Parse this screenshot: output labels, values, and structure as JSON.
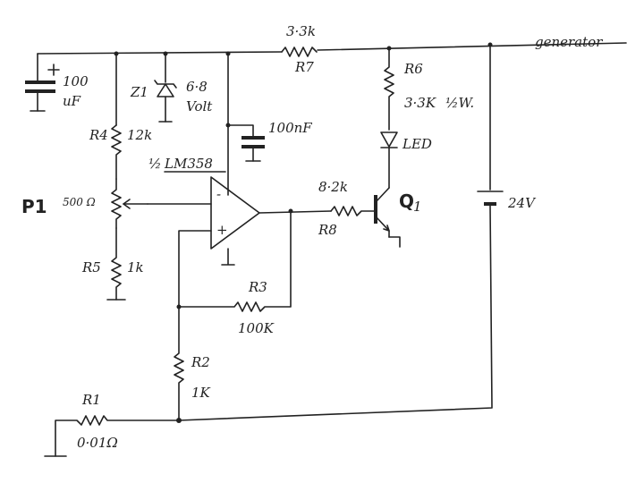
{
  "labels": {
    "r7_value": "3·3k",
    "r7_name": "R7",
    "generator": "generator",
    "c1_value_1": "100",
    "c1_value_2": "uF",
    "z1_name": "Z1",
    "z1_value_1": "6·8",
    "z1_value_2": "Volt",
    "c2_value": "100nF",
    "r6_name": "R6",
    "r6_value": "3·3K",
    "r6_power": "½W.",
    "led": "LED",
    "r4_name": "R4",
    "r4_value": "12k",
    "opamp_half": "½",
    "opamp_part": "LM358",
    "opamp_minus": "-",
    "opamp_plus": "+",
    "p1_name": "P1",
    "p1_value": "500 Ω",
    "r8_value": "8·2k",
    "r8_name": "R8",
    "q1_name": "Q",
    "q1_sub": "1",
    "battery": "24V",
    "r5_name": "R5",
    "r5_value": "1k",
    "r3_name": "R3",
    "r3_value": "100K",
    "r2_name": "R2",
    "r2_value": "1K",
    "r1_name": "R1",
    "r1_value": "0·01Ω"
  }
}
